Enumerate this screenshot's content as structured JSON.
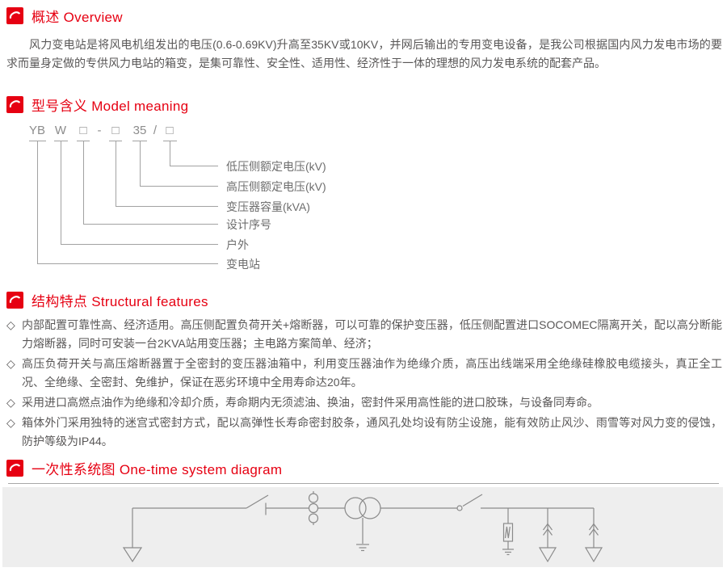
{
  "theme": {
    "accent_red": "#e60012",
    "body_text": "#595757",
    "diagram_line": "#8a8a8a",
    "model_line": "#a2a2a2",
    "panel_bg": "#eeeeee"
  },
  "sections": {
    "overview": {
      "heading": "概述 Overview",
      "body": "风力变电站是将风电机组发出的电压(0.6-0.69KV)升高至35KV或10KV，并网后输出的专用变电设备，是我公司根据国内风力发电市场的要求而量身定做的专供风力电站的箱变，是集可靠性、安全性、适用性、经济性于一体的理想的风力发电系统的配套产品。"
    },
    "model": {
      "heading": "型号含义 Model meaning",
      "tokens": [
        "YB",
        "W",
        "□",
        "-",
        "□",
        "35",
        "/",
        "□"
      ],
      "labels": [
        "低压侧额定电压(kV)",
        "高压侧额定电压(kV)",
        "变压器容量(kVA)",
        "设计序号",
        "户外",
        "变电站"
      ]
    },
    "features": {
      "heading": "结构特点 Structural features",
      "marker": "◇",
      "items": [
        "内部配置可靠性高、经济适用。高压侧配置负荷开关+熔断器，可以可靠的保护变压器，低压侧配置进口SOCOMEC隔离开关，配以高分断能力熔断器，同时可安装一台2KVA站用变压器；主电路方案简单、经济；",
        "高压负荷开关与高压熔断器置于全密封的变压器油箱中，利用变压器油作为绝缘介质，高压出线端采用全绝缘硅橡胶电缆接头，真正全工况、全绝缘、全密封、免维护，保证在恶劣环境中全用寿命达20年。",
        "采用进口高燃点油作为绝缘和冷却介质，寿命期内无须滤油、换油，密封件采用高性能的进口胶珠，与设备同寿命。",
        "箱体外门采用独特的迷宫式密封方式，配以高弹性长寿命密封胶条，通风孔处均设有防尘设施，能有效防止风沙、雨雪等对风力变的侵蚀，防护等级为IP44。"
      ]
    },
    "diagram": {
      "heading": "一次性系统图 One-time system diagram"
    }
  }
}
